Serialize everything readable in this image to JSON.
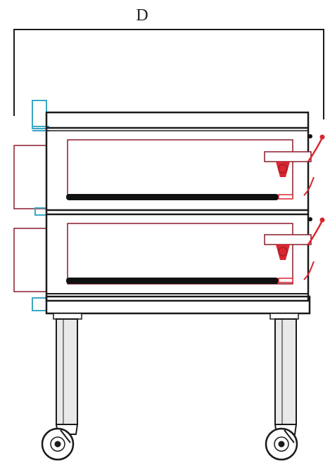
{
  "dimension": {
    "label": "D"
  },
  "colors": {
    "frame": "#1a1a1a",
    "tray": "#8b1a2a",
    "bracket": "#3aa7c4",
    "control": "#d9262f",
    "leg_fill": "#e9e9e9"
  },
  "icons": {
    "left_side_box": "rectangle-outline",
    "control_knob": "red-lever-knob",
    "caster": "caster-wheel-icon"
  }
}
